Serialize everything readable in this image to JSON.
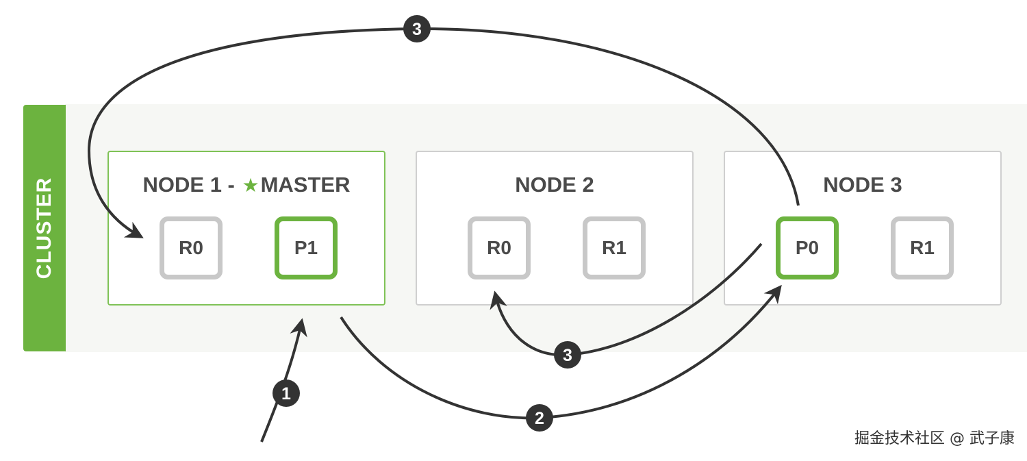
{
  "cluster": {
    "label": "CLUSTER"
  },
  "nodes": [
    {
      "name": "NODE 1 - ",
      "role": "MASTER",
      "shards": [
        "R0",
        "P1"
      ]
    },
    {
      "name": "NODE 2",
      "shards": [
        "R0",
        "R1"
      ]
    },
    {
      "name": "NODE 3",
      "shards": [
        "P0",
        "R1"
      ]
    }
  ],
  "steps": [
    "1",
    "2",
    "3",
    "3"
  ],
  "watermark": "掘金技术社区 @ 武子康",
  "colors": {
    "accent": "#6cb33f",
    "replica_border": "#c8c8c8",
    "arrow": "#333333"
  }
}
